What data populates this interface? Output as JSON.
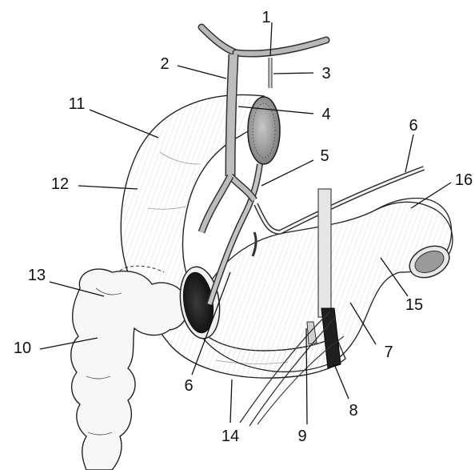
{
  "figure": {
    "labels": [
      {
        "id": "l1",
        "text": "1"
      },
      {
        "id": "l2",
        "text": "2"
      },
      {
        "id": "l3",
        "text": "3"
      },
      {
        "id": "l4",
        "text": "4"
      },
      {
        "id": "l5",
        "text": "5"
      },
      {
        "id": "l6a",
        "text": "6"
      },
      {
        "id": "l6b",
        "text": "6"
      },
      {
        "id": "l7",
        "text": "7"
      },
      {
        "id": "l8",
        "text": "8"
      },
      {
        "id": "l9",
        "text": "9"
      },
      {
        "id": "l10",
        "text": "10"
      },
      {
        "id": "l11",
        "text": "11"
      },
      {
        "id": "l12",
        "text": "12"
      },
      {
        "id": "l13",
        "text": "13"
      },
      {
        "id": "l14",
        "text": "14"
      },
      {
        "id": "l15",
        "text": "15"
      },
      {
        "id": "l16",
        "text": "16"
      }
    ]
  },
  "colors": {
    "ink": "#111111",
    "duct_fill": "#b8b8b8",
    "gallbladder_fill": "#9a9a9a",
    "dark_lumen": "#1e1e1e",
    "tissue_fill": "#f4f4f4"
  }
}
